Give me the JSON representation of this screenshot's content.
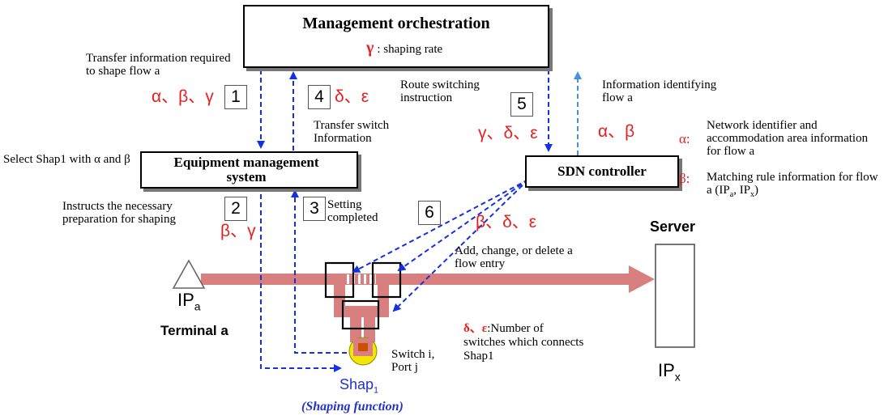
{
  "management": {
    "title": "Management orchestration",
    "gamma": "γ",
    "gamma_desc": ": shaping rate"
  },
  "equipment": {
    "title": "Equipment management system"
  },
  "sdn": {
    "title": "SDN controller"
  },
  "server": {
    "title": "Server",
    "ip": "IPx",
    "ip_main": "IP",
    "ip_sub": "x"
  },
  "terminal": {
    "ip_main": "IP",
    "ip_sub": "a",
    "label": "Terminal a"
  },
  "shaper": {
    "label_main": "Shap",
    "label_sub": "1",
    "function": "(Shaping function)"
  },
  "steps": {
    "s1": {
      "num": "1",
      "text": "Transfer information required to shape flow a",
      "params": "α、β、γ"
    },
    "s2": {
      "num": "2",
      "text": "Instructs the necessary preparation for shaping",
      "params": "β、γ"
    },
    "s3": {
      "num": "3",
      "text": "Setting completed"
    },
    "s4": {
      "num": "4",
      "text": "Transfer switch Information",
      "params": "δ、ε"
    },
    "s5": {
      "num": "5",
      "text": "Route switching instruction",
      "params": "γ、δ、ε"
    },
    "s6": {
      "num": "6",
      "params": "β、δ、ε",
      "action": "Add, change, or delete a flow entry"
    }
  },
  "identify": {
    "text": "Information identifying flow a",
    "params": "α、β"
  },
  "select_text": "Select Shap1 with α and β",
  "switch_label": "Switch i, Port j",
  "delta_eps": {
    "symbols": "δ、ε",
    "text": ":Number of switches which connects Shap1"
  },
  "legend": {
    "alpha": {
      "symbol": "α:",
      "text": "Network identifier and accommodation area information for flow a"
    },
    "beta": {
      "symbol": "β:",
      "text": "Matching rule information for flow a (IPa, IPx)",
      "text_main": "Matching rule information for flow a (IP",
      "sub_a": "a",
      "sep": ", IP",
      "sub_x": "x",
      "tail": ")"
    }
  },
  "colors": {
    "arrow_blue": "#1430e0",
    "arrow_lightblue": "#4a90d8",
    "flow_red": "#d88080",
    "param_red": "#e81e1e",
    "shaper_yellow": "#f4e600"
  }
}
